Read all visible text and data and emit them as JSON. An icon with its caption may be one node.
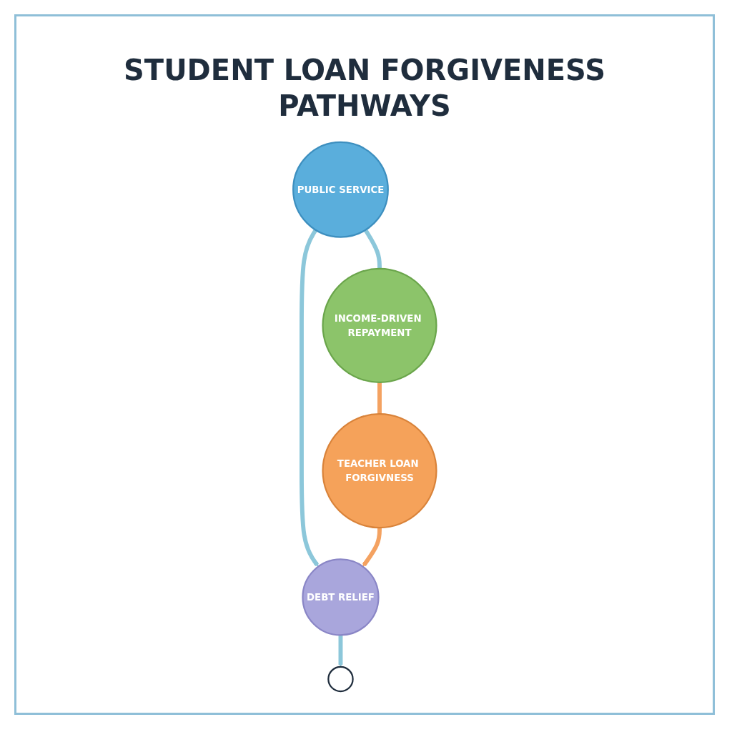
{
  "diagram": {
    "title": "STUDENT LOAN FORGIVENESS PATHWAYS",
    "nodes": [
      {
        "text": [
          "PUBLIC SERVICE"
        ]
      },
      {
        "text": [
          "INCOME-DRIVEN REPAYMENT"
        ]
      },
      {
        "text": [
          "TEACHER LOAN FORGIVNESS"
        ]
      },
      {
        "text": [
          "DEBT RELIEF"
        ]
      },
      {
        "text": [],
        "shape": "circle"
      }
    ],
    "edges": [
      {
        "from": 0,
        "to": 1,
        "arrow": "none"
      },
      {
        "from": 1,
        "to": 2,
        "arrow": "none",
        "color": "#f4a261"
      },
      {
        "from": 0,
        "to": 3,
        "arrow": "to"
      },
      {
        "from": 2,
        "to": 3,
        "arrow": "to",
        "color": "#f4a261"
      },
      {
        "from": 3,
        "to": 4,
        "arrow": "to"
      }
    ]
  }
}
